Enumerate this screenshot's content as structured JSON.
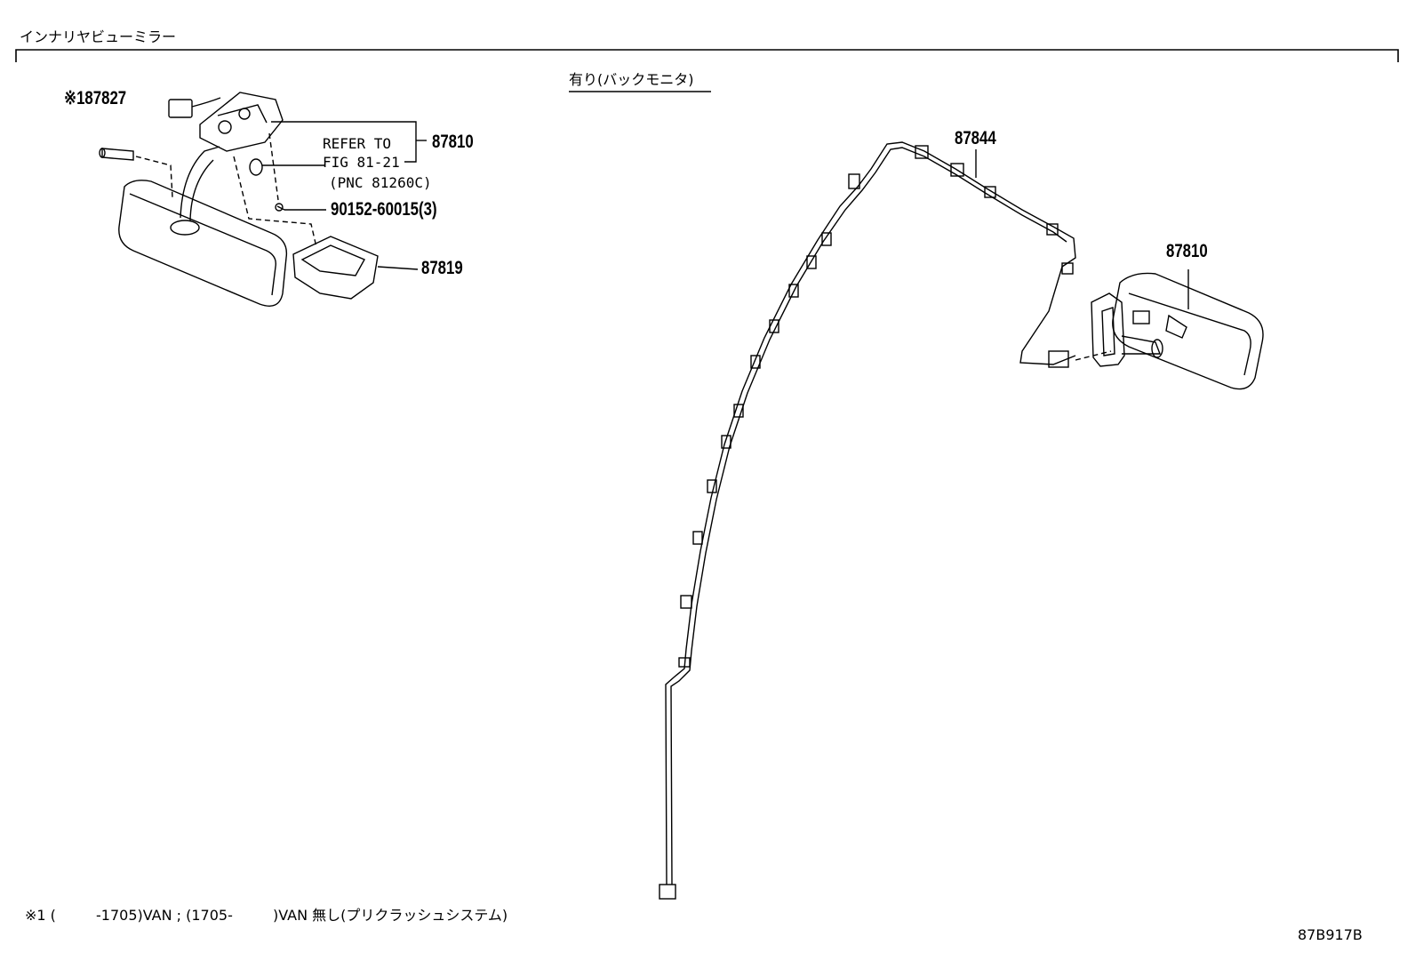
{
  "section_title": "インナリヤビューミラー",
  "variant_label": "有り(バックモニタ)",
  "left": {
    "callout_877827": "※187827",
    "refer_line1": "REFER TO",
    "refer_line2": "FIG 81-21",
    "refer_line3": "(PNC 81260C)",
    "part_87810": "87810",
    "part_90152": "90152-60015(3)",
    "part_87819": "87819"
  },
  "right": {
    "part_87844": "87844",
    "part_87810": "87810"
  },
  "footnote": {
    "mark": "※1 (",
    "seg1": "-1705)VAN ; (1705-",
    "seg2": ")VAN 無し(プリクラッシュシステム)"
  },
  "diagram_id": "87B917B"
}
